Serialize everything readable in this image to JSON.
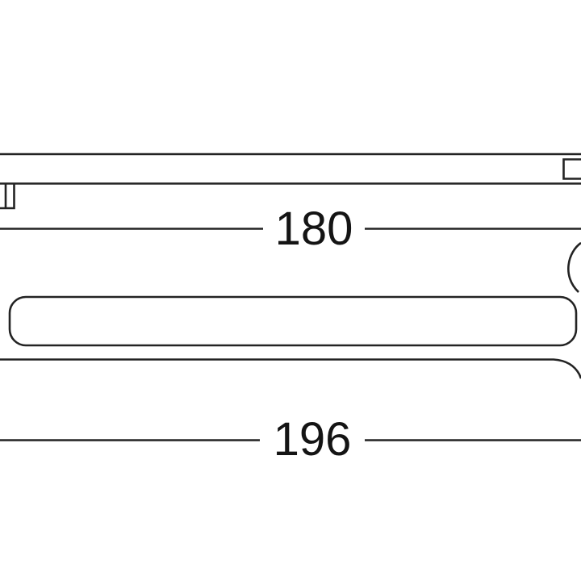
{
  "drawing": {
    "kind": "dimensioned-technical-line-drawing",
    "dimensions": {
      "inner": {
        "label": "180"
      },
      "outer": {
        "label": "196"
      }
    },
    "colors": {
      "line": "#232323",
      "text": "#141414",
      "background": "#ffffff"
    }
  }
}
